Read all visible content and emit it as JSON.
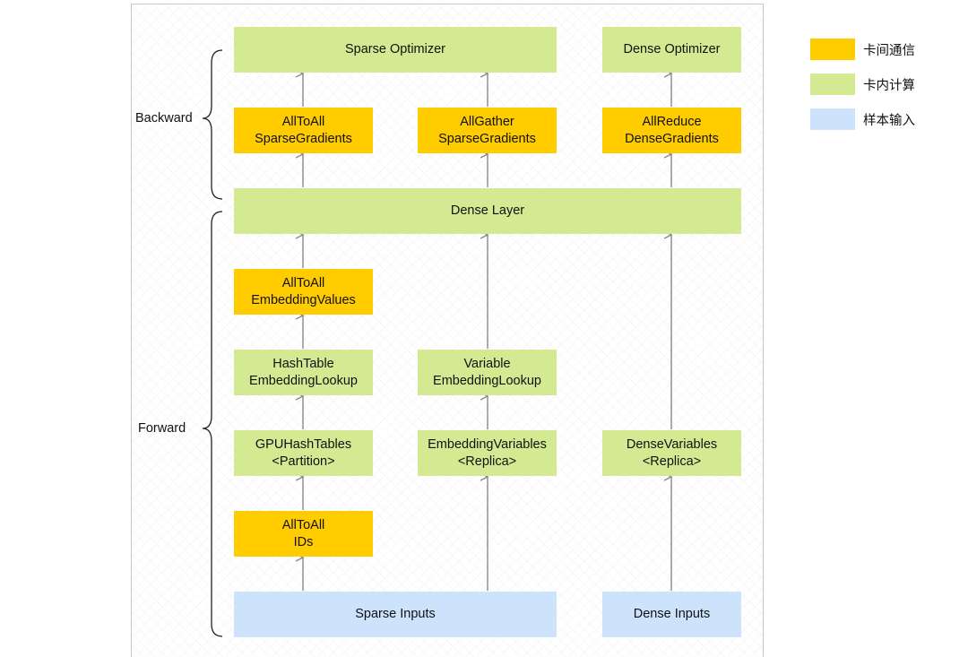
{
  "nodes": {
    "sparse_optimizer": [
      "Sparse Optimizer"
    ],
    "dense_optimizer": [
      "Dense Optimizer"
    ],
    "alltoall_sparse_gradients": [
      "AllToAll",
      "SparseGradients"
    ],
    "allgather_sparse_gradients": [
      "AllGather",
      "SparseGradients"
    ],
    "allreduce_dense_gradients": [
      "AllReduce",
      "DenseGradients"
    ],
    "dense_layer": [
      "Dense Layer"
    ],
    "alltoall_embedding_values": [
      "AllToAll",
      "EmbeddingValues"
    ],
    "hashtable_embedding_lookup": [
      "HashTable",
      "EmbeddingLookup"
    ],
    "variable_embedding_lookup": [
      "Variable",
      "EmbeddingLookup"
    ],
    "gpu_hashtables": [
      "GPUHashTables",
      "<Partition>"
    ],
    "embedding_variables": [
      "EmbeddingVariables",
      "<Replica>"
    ],
    "dense_variables": [
      "DenseVariables",
      "<Replica>"
    ],
    "alltoall_ids": [
      "AllToAll",
      "IDs"
    ],
    "sparse_inputs": [
      "Sparse Inputs"
    ],
    "dense_inputs": [
      "Dense Inputs"
    ]
  },
  "groups": {
    "backward": "Backward",
    "forward": "Forward"
  },
  "legend": [
    {
      "label": "卡间通信",
      "color": "#ffcc00"
    },
    {
      "label": "卡内计算",
      "color": "#d4ea92"
    },
    {
      "label": "样本输入",
      "color": "#cce3fb"
    }
  ],
  "colors": {
    "communication": "#ffcc00",
    "computation": "#d4ea92",
    "input": "#cce3fb",
    "arrow": "#888888"
  }
}
